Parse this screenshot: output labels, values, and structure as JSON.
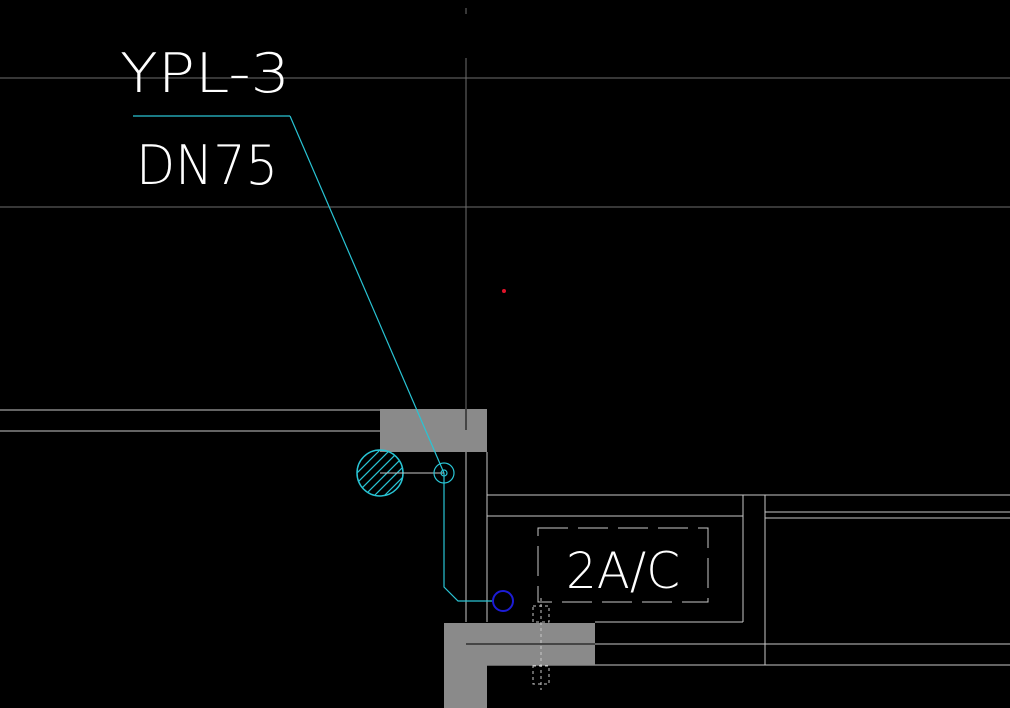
{
  "labels": {
    "pipe_id": "YPL-3",
    "pipe_size": "DN75",
    "room_tag": "2A/C"
  },
  "colors": {
    "background": "#000000",
    "wall_line": "#c8c8c8",
    "grid_line": "#6e6e6e",
    "column_fill": "#8a8a8a",
    "leader": "#29c4d4",
    "pipe_marker": "#1c1cd6",
    "text": "#ffffff",
    "point_marker": "#e0142a"
  }
}
